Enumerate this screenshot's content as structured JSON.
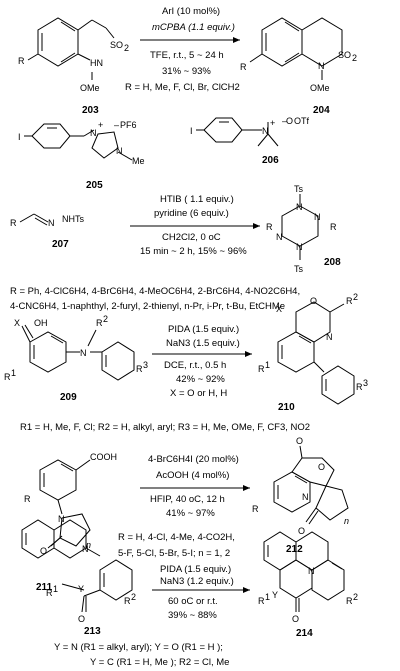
{
  "schemes": [
    {
      "id": "scheme-1",
      "conditions": [
        "ArI (10 mol%)",
        "mCPBA (1.1 equiv.)",
        "TFE, r.t., 5 ~ 24 h",
        "31% ~ 93%"
      ],
      "substituents": "R = H, Me, F, Cl, Br, ClCH2",
      "substrate_label": "203",
      "product_label": "204"
    },
    {
      "id": "scheme-2",
      "labels": [
        "205",
        "206"
      ],
      "counterions": [
        "PF6",
        "OTf"
      ],
      "note": "PF6 salt and OTf salt iodonium precatalysts"
    },
    {
      "id": "scheme-3",
      "conditions": [
        "HTIB ( 1.1 equiv.)",
        "pyridine (6 equiv.)",
        "CH2Cl2, 0 oC",
        "15 min ~ 2 h, 15% ~ 96%"
      ],
      "substituents": [
        "R = Ph, 4-ClC6H4, 4-BrC6H4, 4-MeOC6H4, 2-BrC6H4, 4-NO2C6H4,",
        "4-CNC6H4, 1-naphthyl, 2-furyl, 2-thienyl, n-Pr, i-Pr, t-Bu, EtCHMe"
      ],
      "substrate_label": "207",
      "product_label": "208"
    },
    {
      "id": "scheme-4",
      "conditions": [
        "PIDA (1.5 equiv.)",
        "NaN3 (1.5 equiv.)",
        "DCE, r.t., 0.5 h",
        "42% ~ 92%",
        "X = O or H, H"
      ],
      "substituents": "R1 = H, Me, F, Cl; R2 = H, alkyl, aryl; R3 = H, Me, OMe, F, CF3, NO2",
      "substrate_label": "209",
      "product_label": "210"
    },
    {
      "id": "scheme-5",
      "conditions": [
        "4-BrC6H4I (20 mol%)",
        "AcOOH (4 mol%)",
        "HFIP, 40 oC, 12 h",
        "41% ~ 97%"
      ],
      "substituents": [
        "R = H, 4-Cl, 4-Me, 4-CO2H,",
        "5-F, 5-Cl, 5-Br, 5-I; n = 1, 2"
      ],
      "substrate_label": "211",
      "product_label": "212"
    },
    {
      "id": "scheme-6",
      "conditions": [
        "PIDA (1.5 equiv.)",
        "NaN3 (1.2 equiv.)",
        "60 oC or r.t.",
        "39% ~ 88%"
      ],
      "substituents": [
        "Y = N (R1 = alkyl, aryl); Y = O (R1 = H );",
        "Y = C (R1 = H, Me ); R2 = Cl, Me"
      ],
      "substrate_label": "213",
      "product_label": "214"
    }
  ]
}
